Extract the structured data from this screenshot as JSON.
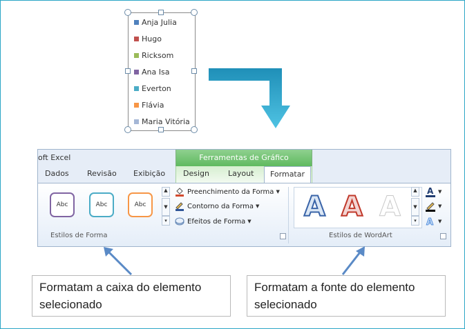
{
  "legend": {
    "items": [
      {
        "label": "Anja Julia",
        "color": "#4f81bd"
      },
      {
        "label": "Hugo",
        "color": "#c0504d"
      },
      {
        "label": "Ricksom",
        "color": "#9bbb59"
      },
      {
        "label": "Ana Isa",
        "color": "#8064a2"
      },
      {
        "label": "Everton",
        "color": "#4bacc6"
      },
      {
        "label": "Flávia",
        "color": "#f79646"
      },
      {
        "label": "Maria Vitória",
        "color": "#a5b7d6"
      }
    ]
  },
  "ribbon": {
    "app_title": "oft Excel",
    "context_header": "Ferramentas de Gráfico",
    "tabs": [
      "Dados",
      "Revisão",
      "Exibição",
      "Design",
      "Layout"
    ],
    "active_tab": "Formatar",
    "shape_styles": {
      "label": "Estilos de Forma",
      "samples": [
        {
          "text": "Abc",
          "color": "#8064a2"
        },
        {
          "text": "Abc",
          "color": "#4bacc6"
        },
        {
          "text": "Abc",
          "color": "#f79646"
        }
      ],
      "commands": [
        "Preenchimento da Forma",
        "Contorno da Forma",
        "Efeitos de Forma"
      ]
    },
    "wordart_styles": {
      "label": "Estilos de WordArt",
      "samples": [
        "A",
        "A",
        "A"
      ]
    }
  },
  "callouts": {
    "left": "Formatam a caixa do elemento selecionado",
    "right": "Formatam a fonte do elemento selecionado"
  },
  "colors": {
    "arrow": "#29a9cf",
    "pointer": "#5a8ac6",
    "frame": "#2aa6c6"
  }
}
